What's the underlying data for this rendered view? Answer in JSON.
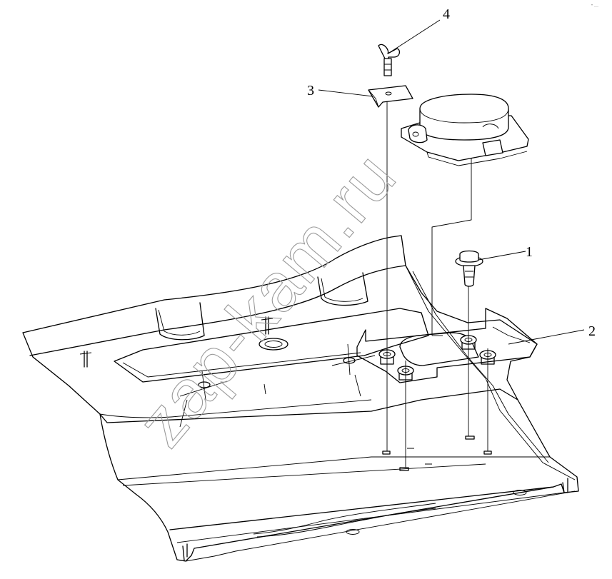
{
  "diagram": {
    "callouts": [
      {
        "id": "1",
        "text": "1"
      },
      {
        "id": "2",
        "text": "2"
      },
      {
        "id": "3",
        "text": "3"
      },
      {
        "id": "4",
        "text": "4"
      }
    ],
    "watermark": "zap-kam.ru",
    "corner_mark": "″ …"
  }
}
